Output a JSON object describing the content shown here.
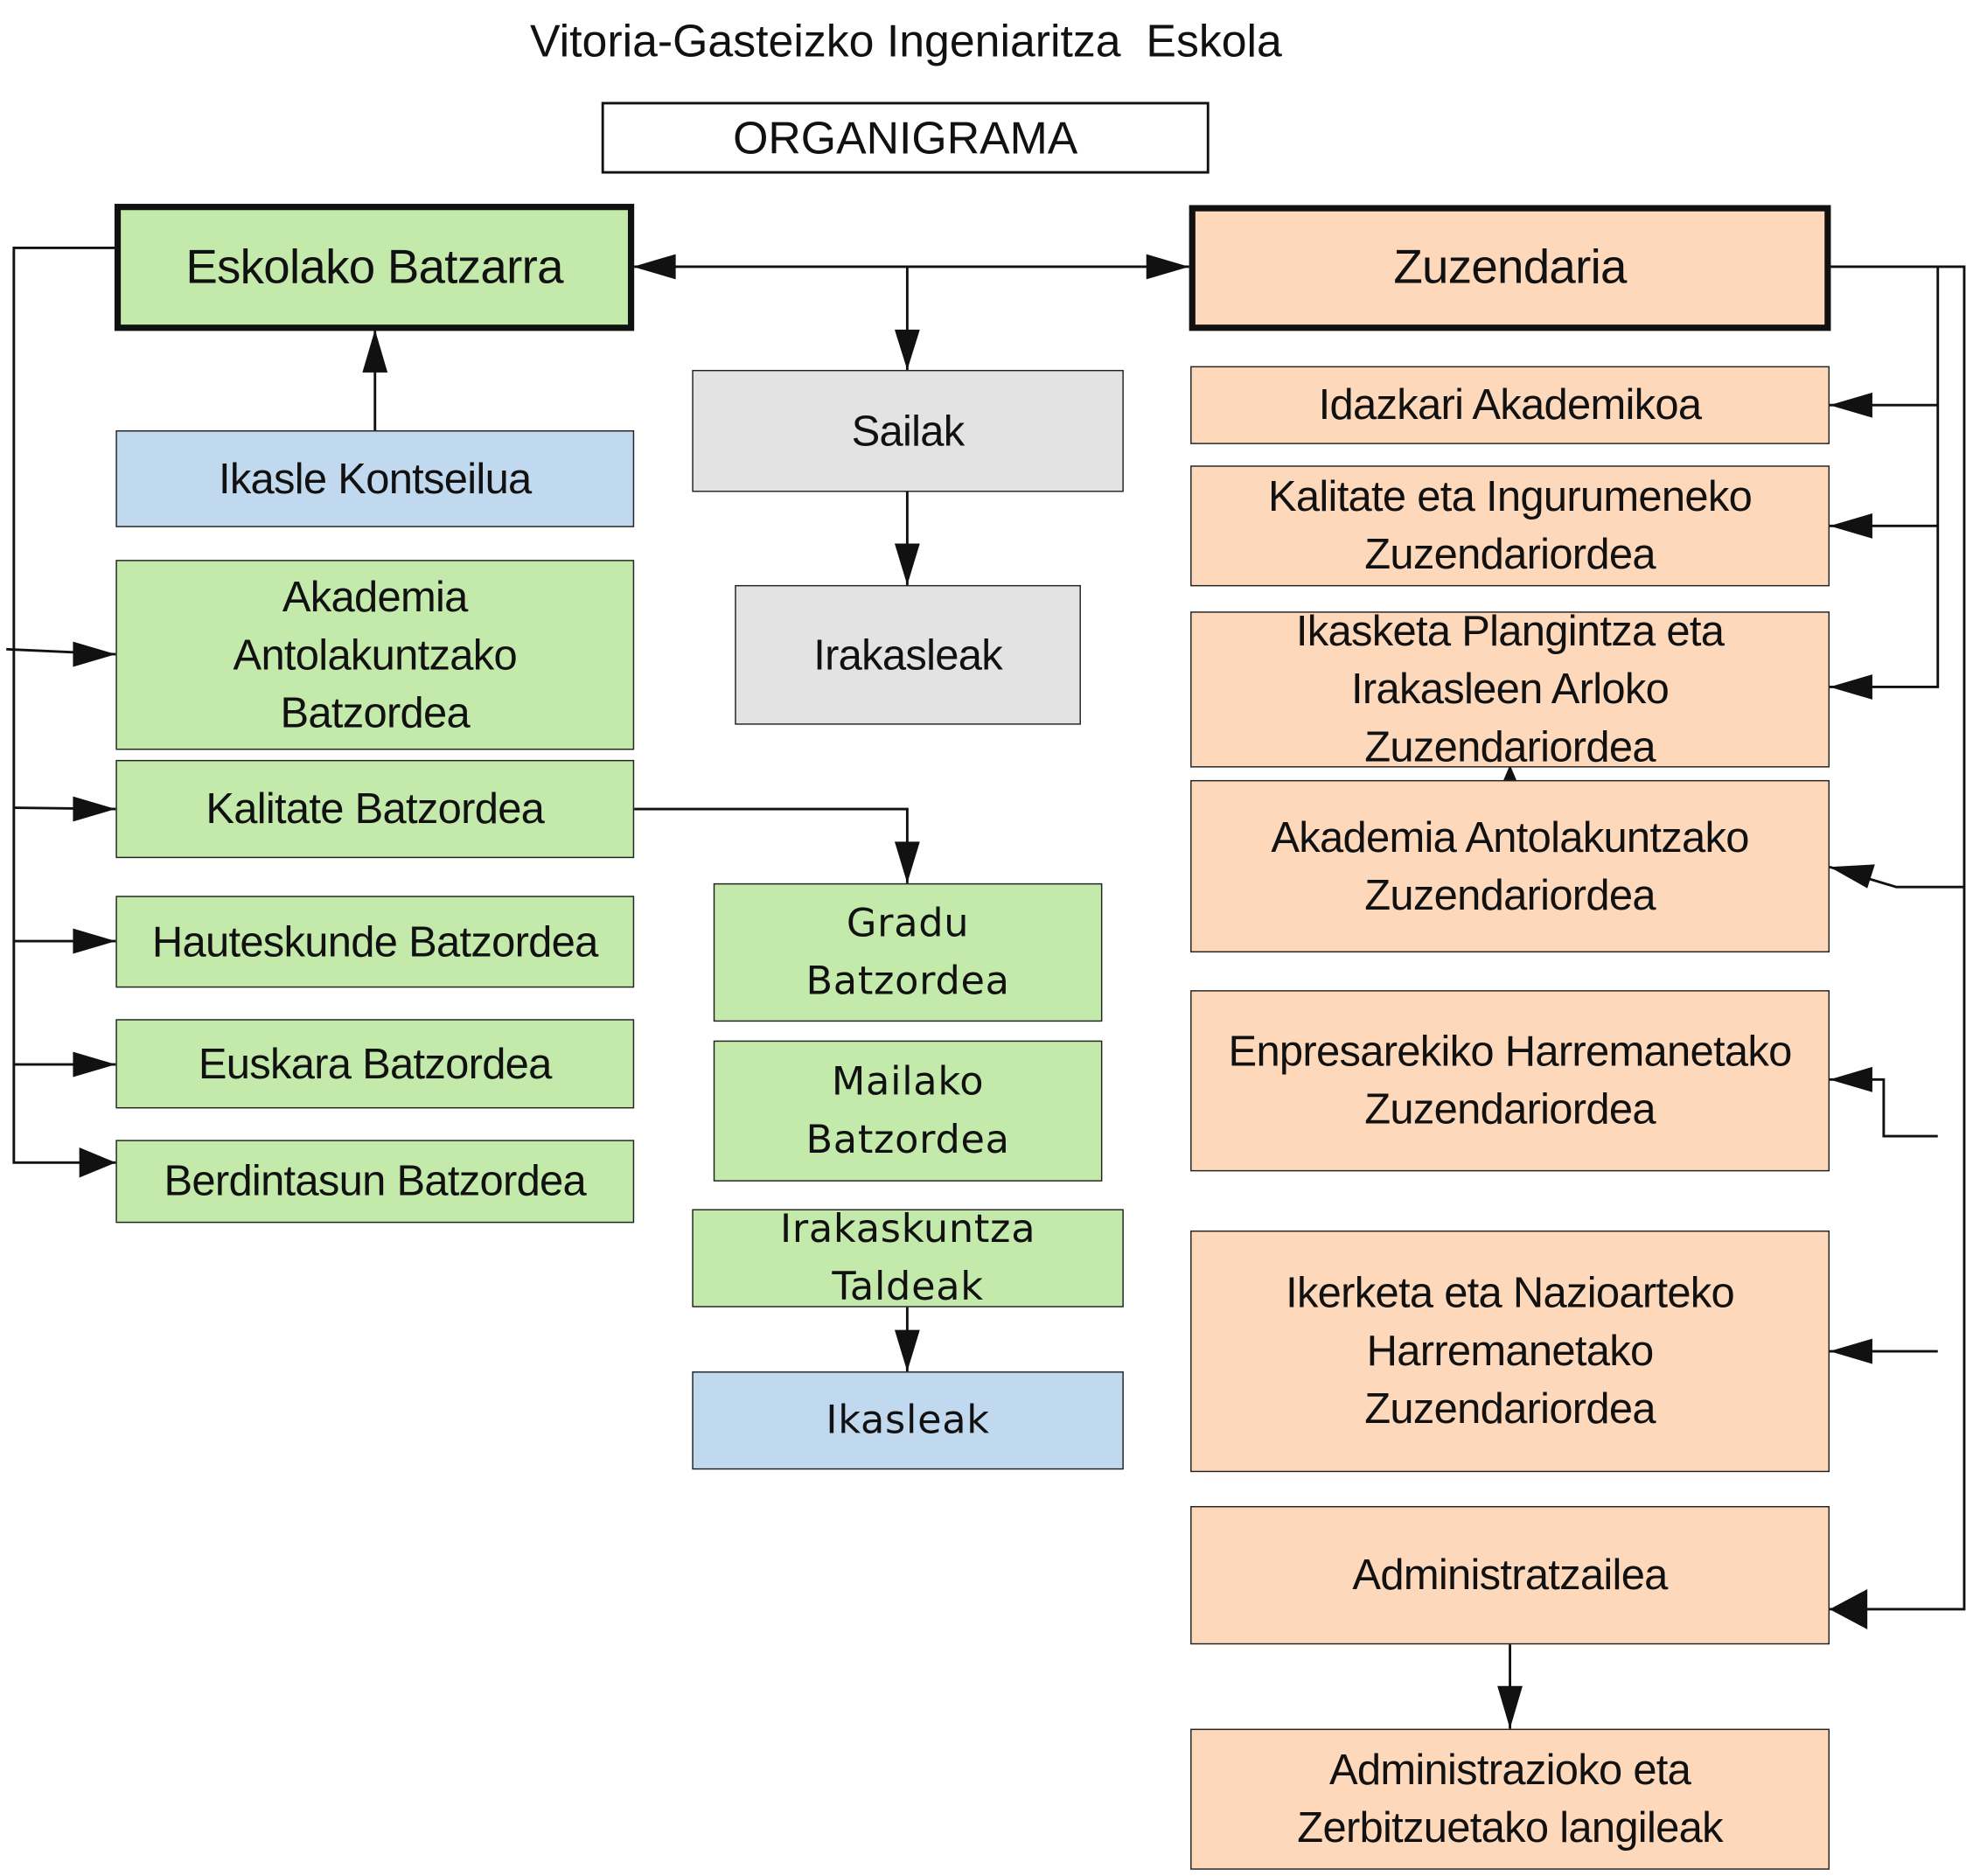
{
  "header": {
    "title": "Vitoria-Gasteizko Ingeniaritza  Eskola",
    "subtitle": "ORGANIGRAMA"
  },
  "left_column": {
    "eskolako_batzarra": "Eskolako Batzarra",
    "ikasle_kontseilua": "Ikasle Kontseilua",
    "akademia_batzordea": "Akademia\nAntolakuntzako\nBatzordea",
    "kalitate_batzordea": "Kalitate Batzordea",
    "hauteskunde_batzordea": "Hauteskunde Batzordea",
    "euskara_batzordea": "Euskara Batzordea",
    "berdintasun_batzordea": "Berdintasun Batzordea"
  },
  "middle_column": {
    "sailak": "Sailak",
    "irakasleak": "Irakasleak",
    "gradu_batzordea": "Gradu\nBatzordea",
    "mailako_batzordea": "Mailako\nBatzordea",
    "irakaskuntza_taldeak": "Irakaskuntza\nTaldeak",
    "ikasleak": "Ikasleak"
  },
  "right_column": {
    "zuzendaria": "Zuzendaria",
    "idazkari_akademikoa": "Idazkari Akademikoa",
    "kalitate_zuzendariordea": "Kalitate eta Ingurumeneko\nZuzendariordea",
    "ikasketa_zuzendariordea": "Ikasketa Plangintza eta\nIrakasleen Arloko\nZuzendariordea",
    "akademia_zuzendariordea": "Akademia Antolakuntzako\nZuzendariordea",
    "enpresa_zuzendariordea": "Enpresarekiko Harremanetako\nZuzendariordea",
    "ikerketa_zuzendariordea": "Ikerketa eta Nazioarteko\nHarremanetako\nZuzendariordea",
    "administratzailea": "Administratzailea",
    "langileak": "Administrazioko eta\nZerbitzuetako langileak"
  },
  "colors": {
    "governing_green": "#c3e9ab",
    "student_blue": "#c1d9ef",
    "department_gray": "#e3e3e3",
    "management_peach": "#fdd8ba",
    "line": "#111111"
  }
}
